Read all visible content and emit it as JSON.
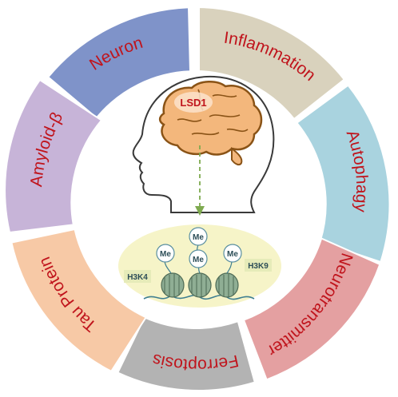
{
  "colors": {
    "label_text": "#c0141c",
    "neuron": "#7f93c9",
    "inflammation": "#d9d2bd",
    "autophagy": "#a9d3df",
    "neurotransmitter": "#e4a0a1",
    "ferroptosis": "#b3b3b3",
    "tau_protein": "#f7c9a6",
    "amyloid": "#c7b4d8",
    "brain_fill": "#f3b77c",
    "brain_outline": "#8a5316",
    "nucleus_ellipse": "#f6f4c8",
    "nucleosome": "#8fae94",
    "histone_tag": "#e6ebb9"
  },
  "segments": {
    "neuron": "Neuron",
    "inflammation": "Inflammation",
    "autophagy": "Autophagy",
    "neurotransmitter": "Neurotransmitter",
    "ferroptosis": "Ferroptosis",
    "tau_protein": "Tau Protein",
    "amyloid": "Amyloid-β"
  },
  "center": {
    "enzyme_label": "LSD1",
    "methyl_label": "Me",
    "histone_left": "H3K4",
    "histone_right": "H3K9"
  }
}
